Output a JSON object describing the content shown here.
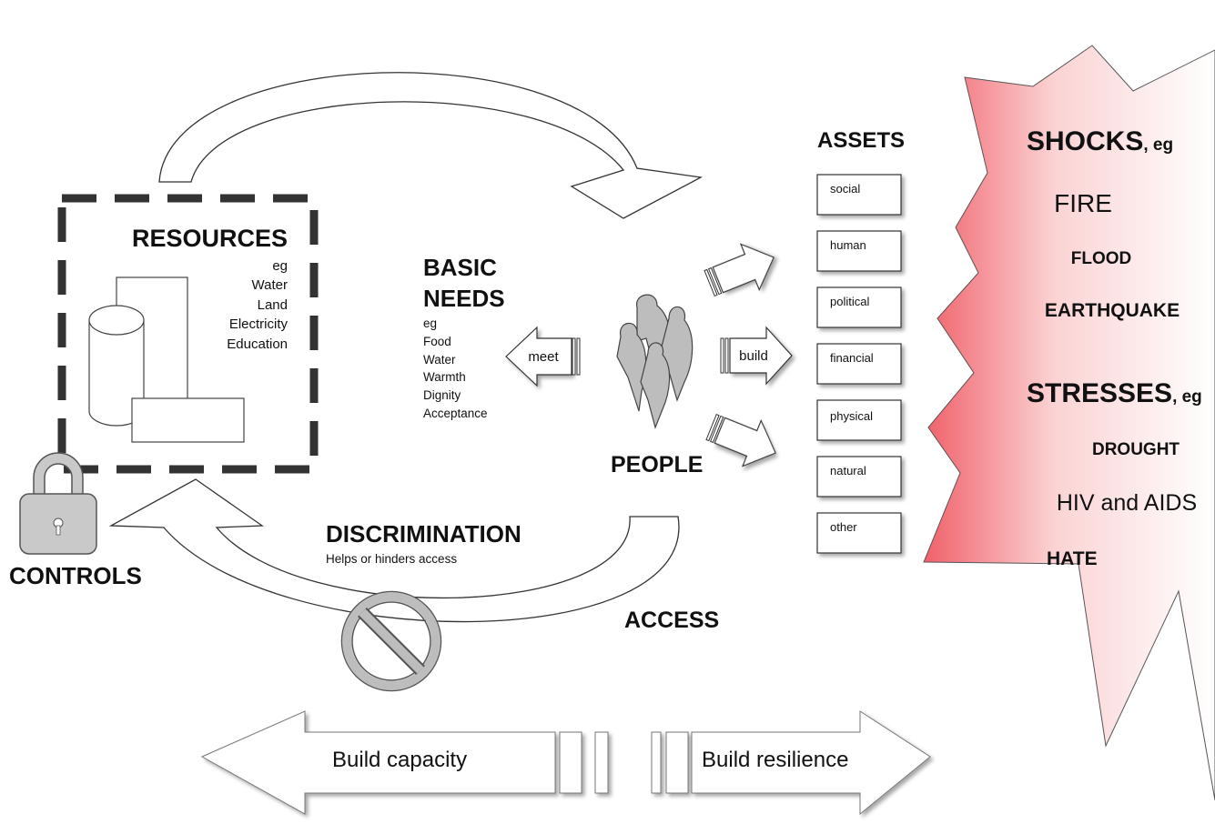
{
  "resources": {
    "title": "RESOURCES",
    "examples": [
      "eg",
      "Water",
      "Land",
      "Electricity",
      "Education"
    ]
  },
  "basic_needs": {
    "title_line1": "BASIC",
    "title_line2": "NEEDS",
    "examples": [
      "eg",
      "Food",
      "Water",
      "Warmth",
      "Dignity",
      "Acceptance"
    ]
  },
  "arrows": {
    "meet": "meet",
    "build": "build"
  },
  "people": {
    "label": "PEOPLE"
  },
  "assets": {
    "title": "ASSETS",
    "items": [
      "social",
      "human",
      "political",
      "financial",
      "physical",
      "natural",
      "other"
    ]
  },
  "controls": {
    "label": "CONTROLS"
  },
  "discrimination": {
    "title": "DISCRIMINATION",
    "subtitle": "Helps or hinders access"
  },
  "access": {
    "label": "ACCESS"
  },
  "shocks": {
    "title": "SHOCKS",
    "title_suffix": ", eg",
    "items": [
      "FIRE",
      "FLOOD",
      "EARTHQUAKE"
    ]
  },
  "stresses": {
    "title": "STRESSES",
    "title_suffix": ", eg",
    "items": [
      "DROUGHT",
      "HIV and AIDS",
      "HATE"
    ]
  },
  "bottom": {
    "left": "Build capacity",
    "right": "Build resilience"
  },
  "colors": {
    "burst_red": "#f0606a",
    "dash": "#333333",
    "lock_grey": "#c9c9c9"
  }
}
